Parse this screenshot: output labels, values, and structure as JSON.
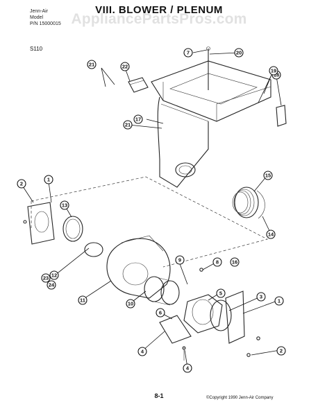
{
  "header": {
    "company_line": "Jenn-Air",
    "model_line": "Model",
    "part_number_line": "P/N 15000015"
  },
  "title": "VIII. BLOWER / PLENUM",
  "watermark": "AppliancePartsPros.com",
  "model_code": "S110",
  "footer": {
    "page_number": "8-1",
    "copyright": "©Copyright 1990 Jenn-Air Company"
  },
  "callouts": [
    "1",
    "1",
    "2",
    "2",
    "3",
    "4",
    "4",
    "5",
    "6",
    "7",
    "8",
    "9",
    "10",
    "11",
    "12",
    "13",
    "14",
    "15",
    "16",
    "17",
    "18",
    "19",
    "20",
    "21",
    "21",
    "22",
    "23",
    "24"
  ]
}
